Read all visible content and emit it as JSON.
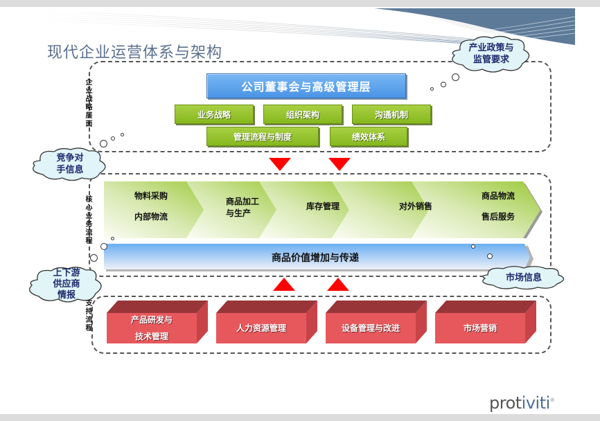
{
  "slide": {
    "title": "现代企业运营体系与架构",
    "logo": {
      "part1": "prot",
      "part2": "iviti",
      "mark": "®"
    }
  },
  "colors": {
    "title": "#5a6f8e",
    "board_blue": "#4a94e6",
    "strategy_green": "#95c42c",
    "support_red": "#e3555a",
    "arrow_red": "#ff0000",
    "cloud_fill": "#dff3f7"
  },
  "layers": {
    "strategy": {
      "label": "企业战略层面",
      "board": "公司董事会与高级管理层",
      "items": [
        "业务战略",
        "组织架构",
        "沟通机制",
        "管理流程与制度",
        "绩效体系"
      ]
    },
    "core": {
      "label": "核心业务流程",
      "steps": [
        {
          "line1": "物料采购",
          "line2": "内部物流"
        },
        {
          "line1": "商品加工",
          "line2": "与生产"
        },
        {
          "line1": "库存管理",
          "line2": ""
        },
        {
          "line1": "对外销售",
          "line2": ""
        },
        {
          "line1": "商品物流",
          "line2": "售后服务"
        }
      ],
      "value_chain": "商品价值增加与传递"
    },
    "support": {
      "label": "支持流程",
      "items": [
        {
          "line1": "产品研发与",
          "line2": "技术管理"
        },
        {
          "line1": "人力资源管理",
          "line2": ""
        },
        {
          "line1": "设备管理与改进",
          "line2": ""
        },
        {
          "line1": "市场营销",
          "line2": ""
        }
      ]
    }
  },
  "clouds": {
    "policy": {
      "line1": "产业政策与",
      "line2": "监管要求"
    },
    "competitor": {
      "line1": "竞争对",
      "line2": "手信息"
    },
    "supplier": {
      "line1": "上下游",
      "line2": "供应商",
      "line3": "情报"
    },
    "market": {
      "line1": "市场信息"
    }
  }
}
